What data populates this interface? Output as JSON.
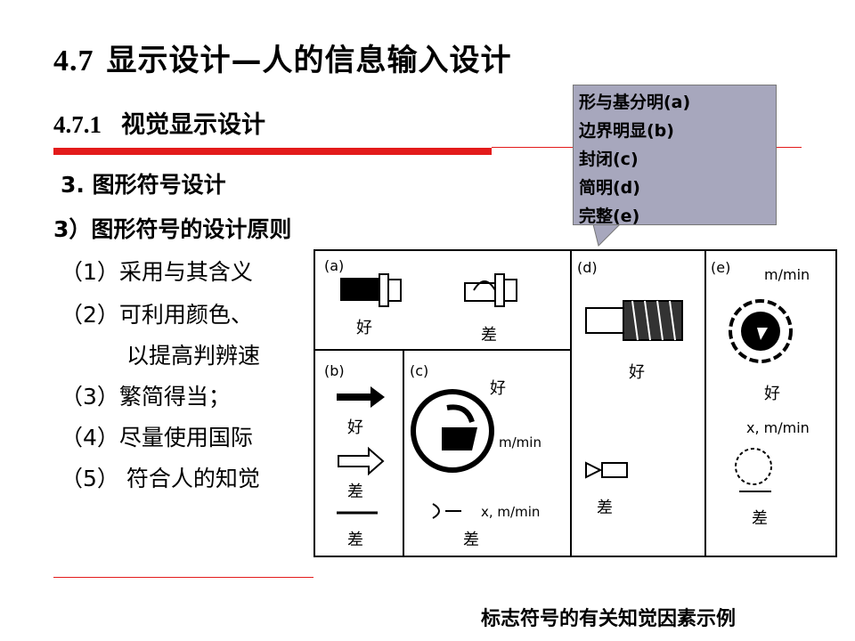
{
  "slide": {
    "title_number": "4.7",
    "title_text": "显示设计—人的信息输入设计",
    "subtitle_number": "4.7.1",
    "subtitle_text": "视觉显示设计",
    "section": "3. 图形符号设计",
    "subsection": "3）图形符号的设计原则",
    "items": [
      "（1）采用与其含义",
      "（2）可利用颜色、",
      "以提高判辨速",
      "（3）繁简得当；",
      "（4）尽量使用国际",
      "（5）  符合人的知觉"
    ]
  },
  "callout": {
    "lines": [
      "形与基分明(a)",
      "边界明显(b)",
      "封闭(c)",
      "简明(d)",
      "完整(e)"
    ]
  },
  "figure": {
    "caption": "标志符号的有关知觉因素示例",
    "panels": {
      "a": {
        "label": "(a)",
        "good": "好",
        "bad": "差"
      },
      "b": {
        "label": "(b)",
        "good": "好",
        "bad1": "差",
        "bad2": "差"
      },
      "c": {
        "label": "(c)",
        "good": "好",
        "unit": "m/min",
        "bad_unit": "x, m/min",
        "bad": "差"
      },
      "d": {
        "label": "(d)",
        "good": "好",
        "bad": "差"
      },
      "e": {
        "label": "(e)",
        "unit": "m/min",
        "good": "好",
        "bad_unit": "x, m/min",
        "bad": "差"
      }
    }
  },
  "colors": {
    "accent_red": "#e31b1b",
    "callout_bg": "#a7a7bd"
  }
}
